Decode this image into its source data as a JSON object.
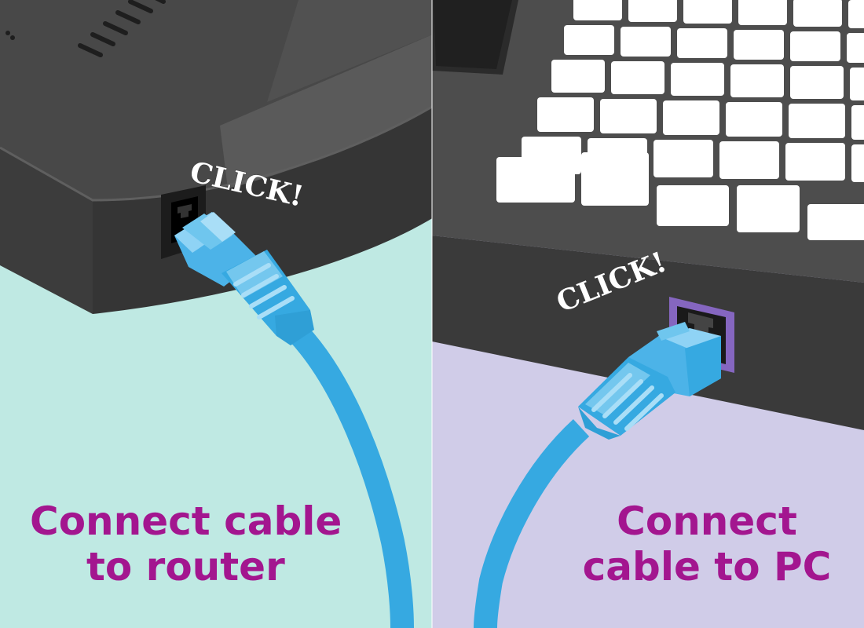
{
  "panels": {
    "left": {
      "sound_effect": "CLICK!",
      "caption_line1": "Connect cable",
      "caption_line2": "to router",
      "background_color": "#bfe9e3"
    },
    "right": {
      "sound_effect": "CLICK!",
      "caption_line1": "Connect",
      "caption_line2": "cable to PC",
      "background_color": "#d0cce8"
    }
  },
  "colors": {
    "caption": "#a3168f",
    "cable": "#36a9e1",
    "connector": "#6fc6ee",
    "device_dark": "#3f3f3f",
    "port_accent_pc": "#8566c0"
  },
  "icons": [
    "router-icon",
    "laptop-icon",
    "ethernet-cable-icon",
    "ethernet-port-icon"
  ]
}
